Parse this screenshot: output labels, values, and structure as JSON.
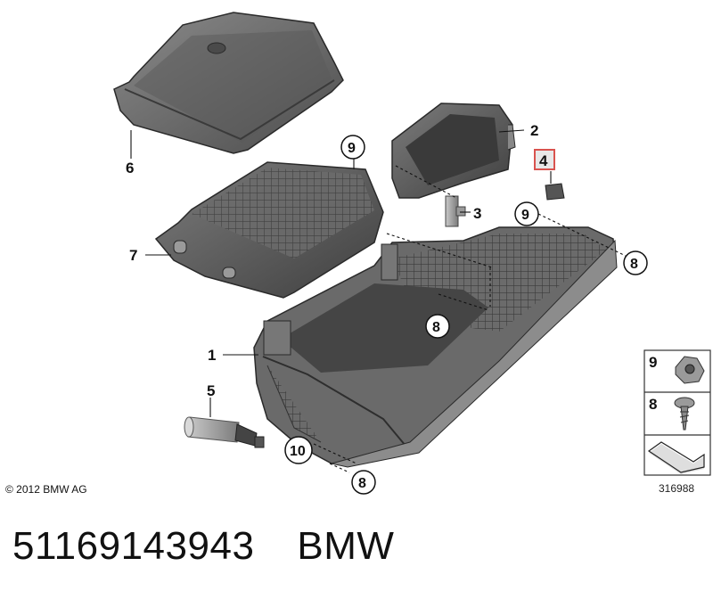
{
  "callouts": {
    "c1": "1",
    "c2": "2",
    "c3": "3",
    "c4": "4",
    "c5": "5",
    "c6": "6",
    "c7": "7",
    "c8a": "8",
    "c8b": "8",
    "c8c": "8",
    "c9a": "9",
    "c9b": "9",
    "c10": "10"
  },
  "legend": {
    "item_a": "9",
    "item_b": "8"
  },
  "copyright": "© 2012 BMW AG",
  "diagram_id": "316988",
  "footer": {
    "part_number": "51169143943",
    "brand": "BMW"
  },
  "colors": {
    "highlight": "#d9534f",
    "part_fill": "#6e6e6e",
    "part_dark": "#4a4a4a"
  }
}
